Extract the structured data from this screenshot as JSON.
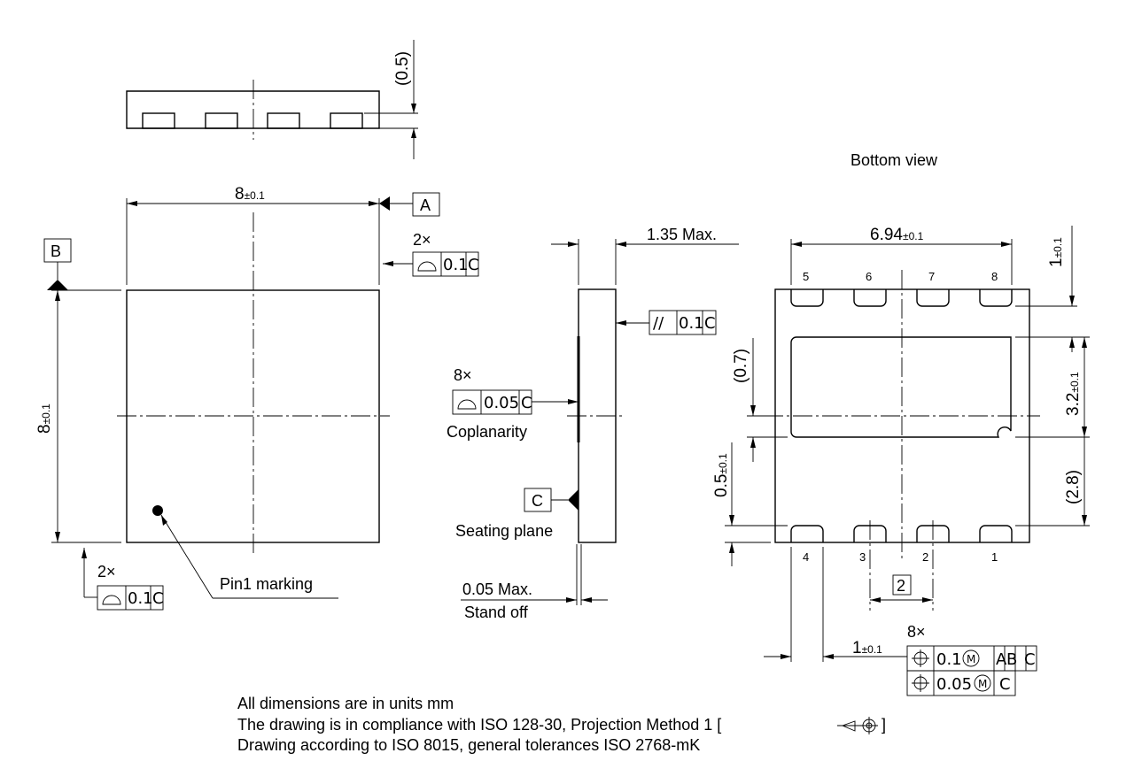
{
  "side_view_top": {
    "height_dim": "(0.5)"
  },
  "top_view": {
    "width_nominal": "8",
    "width_tol": "±0.1",
    "height_nominal": "8",
    "height_tol": "±0.1",
    "datum_a": "A",
    "datum_b": "B",
    "fcf_top": {
      "count": "2×",
      "value": "0.1",
      "datum": "C"
    },
    "fcf_bottom": {
      "count": "2×",
      "value": "0.1",
      "datum": "C"
    },
    "pin1_label": "Pin1 marking"
  },
  "side_view": {
    "max_height": "1.35 Max.",
    "parallel_fcf": {
      "symbol": "//",
      "value": "0.1",
      "datum": "C"
    },
    "coplanarity_fcf": {
      "count": "8×",
      "value": "0.05",
      "datum": "C"
    },
    "coplanarity_label": "Coplanarity",
    "datum_c": "C",
    "seating_label": "Seating plane",
    "standoff_value": "0.05 Max.",
    "standoff_label": "Stand off"
  },
  "bottom_view": {
    "title": "Bottom view",
    "width_nominal": "6.94",
    "width_tol": "±0.1",
    "pad_len_nominal": "1",
    "pad_len_tol": "±0.1",
    "pad_height_nominal": "3.2",
    "pad_height_tol": "±0.1",
    "dim_07": "(0.7)",
    "dim_28": "(2.8)",
    "dim_05_nominal": "0.5",
    "dim_05_tol": "±0.1",
    "pitch_box": "2",
    "pad_width_nominal": "1",
    "pad_width_tol": "±0.1",
    "top_pins": [
      "5",
      "6",
      "7",
      "8"
    ],
    "bottom_pins": [
      "4",
      "3",
      "2",
      "1"
    ],
    "position_fcf": {
      "count": "8×",
      "row1": {
        "value": "0.1",
        "modifier": "M",
        "datums": [
          "A",
          "B",
          "C"
        ]
      },
      "row2": {
        "value": "0.05",
        "modifier": "M",
        "datums": [
          "C"
        ]
      }
    }
  },
  "notes": [
    "All dimensions are in units mm",
    "The drawing is in compliance with ISO 128-30, Projection Method 1 [",
    "]",
    "Drawing according to ISO 8015, general tolerances ISO 2768-mK"
  ]
}
